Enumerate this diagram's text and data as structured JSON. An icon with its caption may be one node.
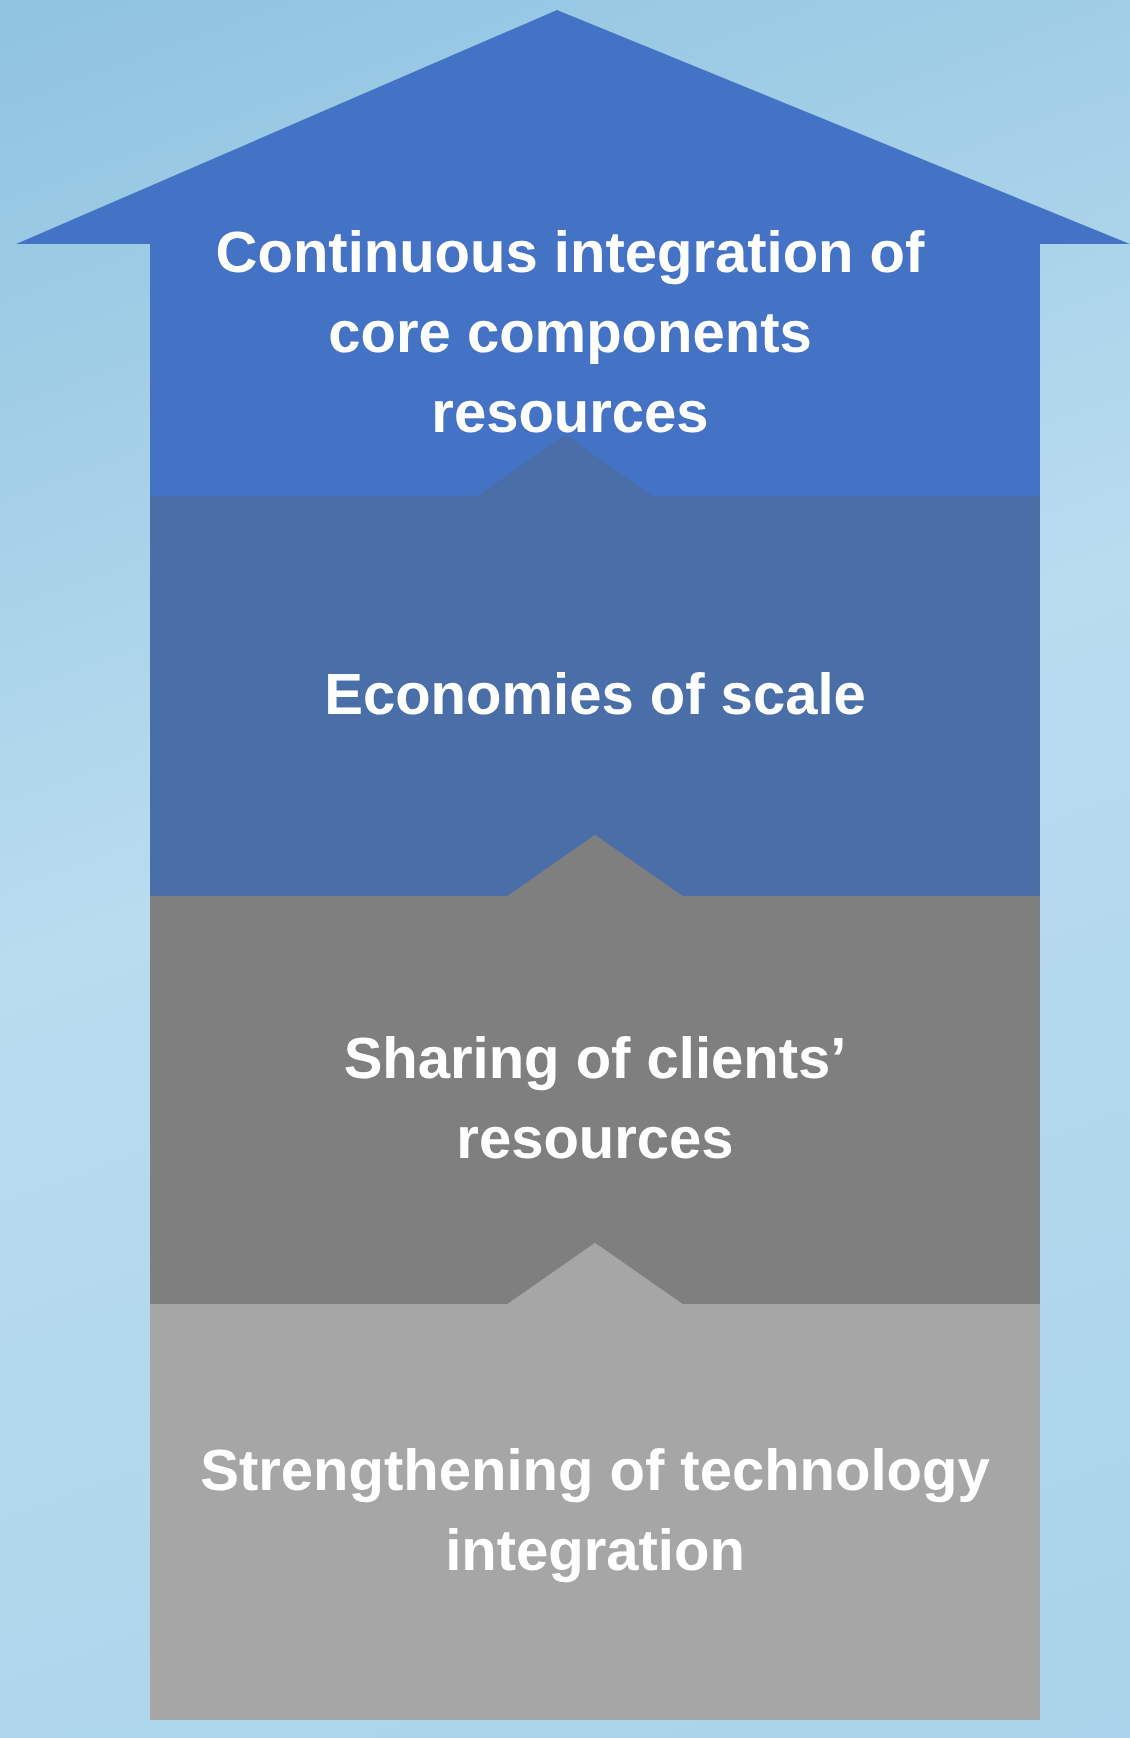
{
  "diagram": {
    "nodes": [
      {
        "text": [
          "Continuous integration of core components resources"
        ]
      },
      {
        "text": [
          "Economies of scale"
        ]
      },
      {
        "text": [
          "Sharing of clients’ resources"
        ]
      },
      {
        "text": [
          "Strengthening of technology integration"
        ]
      }
    ],
    "edges": [
      {
        "from": 3,
        "to": 2,
        "arrow": "to"
      },
      {
        "from": 2,
        "to": 1,
        "arrow": "to"
      },
      {
        "from": 1,
        "to": 0,
        "arrow": "to"
      }
    ]
  }
}
